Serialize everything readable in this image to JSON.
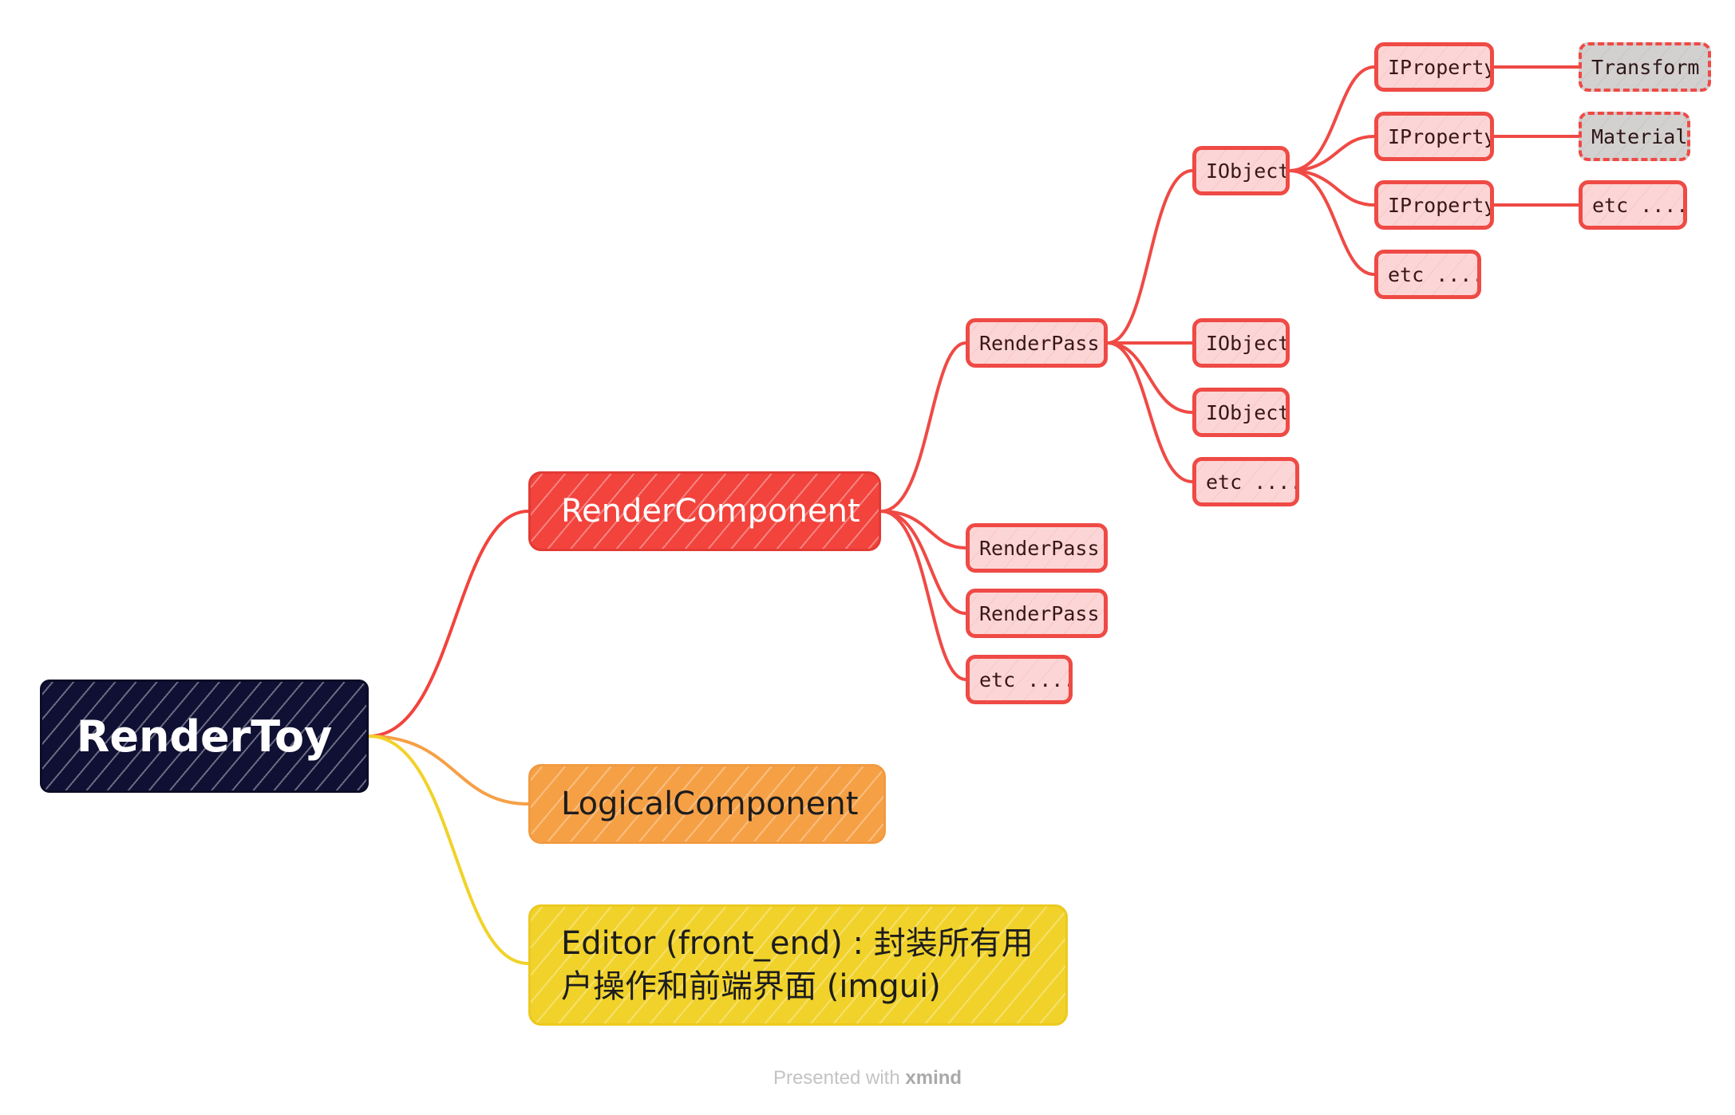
{
  "mindmap": {
    "root": "RenderToy",
    "render_component": "RenderComponent",
    "logical_component": "LogicalComponent",
    "editor": "Editor (front_end) : 封装所有用户操作和前端界面 (imgui)",
    "render_passes": [
      "RenderPass",
      "RenderPass",
      "RenderPass",
      "etc ......"
    ],
    "objects": [
      "IObject",
      "IObject",
      "IObject",
      "etc ......"
    ],
    "properties": [
      "IProperty",
      "IProperty",
      "IProperty",
      "etc ......"
    ],
    "property_values": [
      "Transform",
      "Material",
      "etc ......"
    ]
  },
  "footer": {
    "prefix": "Presented with",
    "brand": "xmind"
  },
  "colors": {
    "root": "#0f1033",
    "render_branch": "#f2433d",
    "logical_branch": "#f6a046",
    "editor_branch": "#f1d22a",
    "pill_fill": "#fcd6d6",
    "grey_fill": "#d3d0d0"
  }
}
